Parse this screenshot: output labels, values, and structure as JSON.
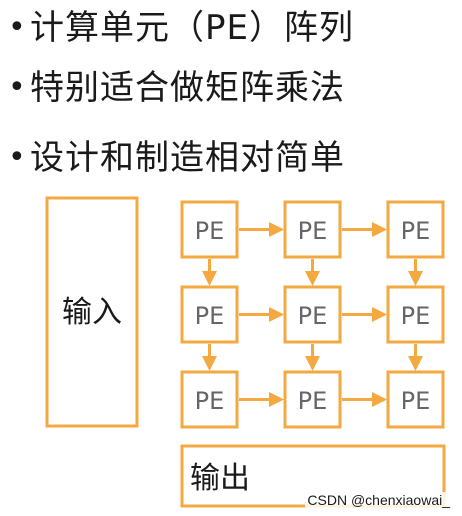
{
  "bullets": [
    {
      "marker": "•",
      "text": "计算单元（PE）阵列"
    },
    {
      "marker": "•",
      "text": "特别适合做矩阵乘法"
    },
    {
      "marker": "•",
      "text": "设计和制造相对简单"
    }
  ],
  "diagram": {
    "input_label": "输入",
    "output_label": "输出",
    "pe_label": "PE",
    "rows": 3,
    "cols": 3,
    "accent_color": "#f4a940",
    "pe_text_color": "#666666"
  },
  "watermark": "CSDN @chenxiaowai_"
}
